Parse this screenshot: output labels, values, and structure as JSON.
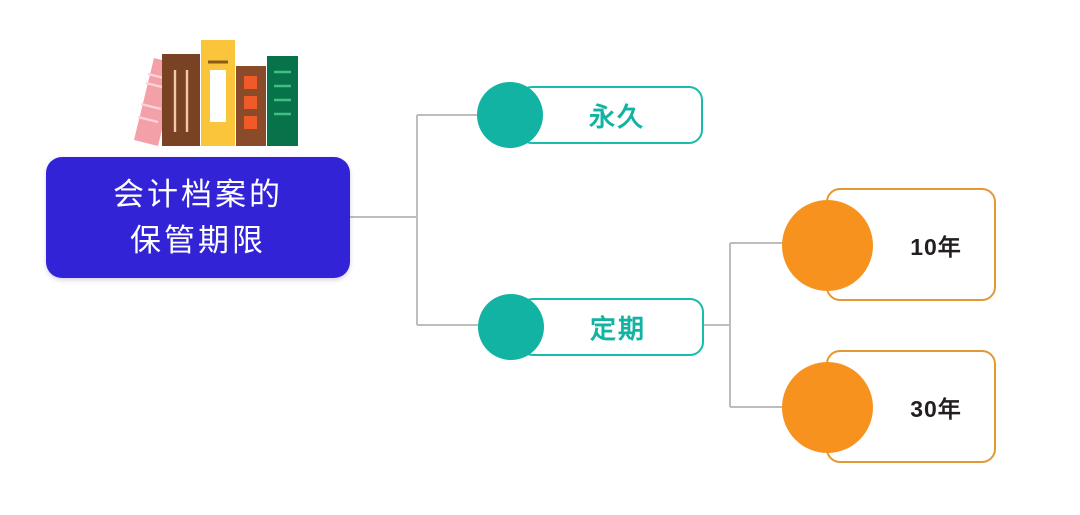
{
  "diagram": {
    "type": "mind-map",
    "background_color": "#FFFFFF",
    "title_icon": "book-stack-icon",
    "root": {
      "label_line_1": "会计档案的",
      "label_line_2": "保管期限",
      "fill_color": "#3323D6",
      "text_color": "#FFFFFF"
    },
    "branches": [
      {
        "id": "permanent",
        "label": "永久",
        "accent_color": "#12B3A3",
        "border_color": "#17BCAC",
        "children": []
      },
      {
        "id": "periodic",
        "label": "定期",
        "accent_color": "#12B3A3",
        "border_color": "#17BCAC",
        "children": [
          {
            "id": "ten-years",
            "label": "10年",
            "accent_color": "#F7921E",
            "border_color": "#E39836",
            "text_color": "#231F20"
          },
          {
            "id": "thirty-years",
            "label": "30年",
            "accent_color": "#F7921E",
            "border_color": "#E39836",
            "text_color": "#231F20"
          }
        ]
      }
    ],
    "connector_color": "#BDBDBD",
    "book_stack": {
      "books": [
        {
          "name": "book-pink",
          "color": "#F4A0A8",
          "stripe_color": "#FBD3D8"
        },
        {
          "name": "book-brown",
          "color": "#7A4224",
          "stripe_color": "#F3C7A8"
        },
        {
          "name": "book-yellow",
          "color": "#FBC53B",
          "stripe_color": "#FFFFFF",
          "accent_color": "#8A5A1B"
        },
        {
          "name": "book-rust",
          "color": "#8A4B2A",
          "stripe_color": "#F05A28"
        },
        {
          "name": "book-green",
          "color": "#08724A",
          "stripe_color": "#3FBF84"
        }
      ]
    }
  }
}
